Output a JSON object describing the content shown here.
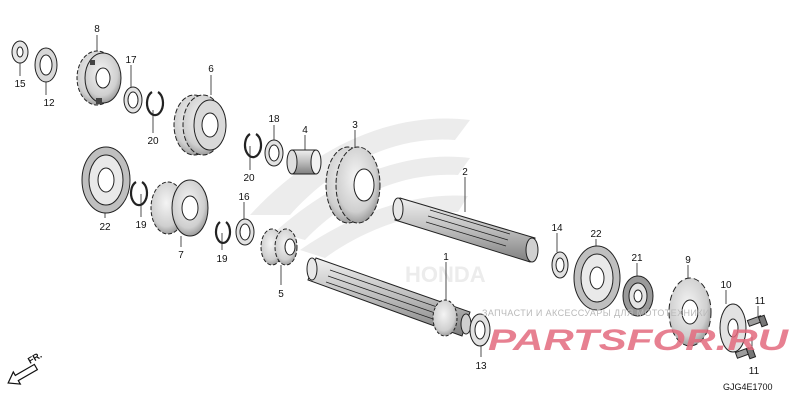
{
  "diagram": {
    "callouts": [
      {
        "id": "c8",
        "label": "8"
      },
      {
        "id": "c17",
        "label": "17"
      },
      {
        "id": "c15",
        "label": "15"
      },
      {
        "id": "c12",
        "label": "12"
      },
      {
        "id": "c6",
        "label": "6"
      },
      {
        "id": "c20a",
        "label": "20"
      },
      {
        "id": "c18",
        "label": "18"
      },
      {
        "id": "c4",
        "label": "4"
      },
      {
        "id": "c20b",
        "label": "20"
      },
      {
        "id": "c3",
        "label": "3"
      },
      {
        "id": "c2",
        "label": "2"
      },
      {
        "id": "c22a",
        "label": "22"
      },
      {
        "id": "c19a",
        "label": "19"
      },
      {
        "id": "c7",
        "label": "7"
      },
      {
        "id": "c16",
        "label": "16"
      },
      {
        "id": "c19b",
        "label": "19"
      },
      {
        "id": "c5",
        "label": "5"
      },
      {
        "id": "c1",
        "label": "1"
      },
      {
        "id": "c14",
        "label": "14"
      },
      {
        "id": "c22b",
        "label": "22"
      },
      {
        "id": "c21",
        "label": "21"
      },
      {
        "id": "c9",
        "label": "9"
      },
      {
        "id": "c10",
        "label": "10"
      },
      {
        "id": "c11a",
        "label": "11"
      },
      {
        "id": "c11b",
        "label": "11"
      },
      {
        "id": "c13",
        "label": "13"
      }
    ],
    "direction_label": "FR.",
    "diagram_code": "GJG4E1700",
    "watermark": {
      "text": "ЗАПЧАСТИ И АКСЕССУАРЫ ДЛЯ МОТОТЕХНИКИ",
      "logo": "PARTSFOR.RU",
      "brand_text": "HONDA"
    }
  }
}
